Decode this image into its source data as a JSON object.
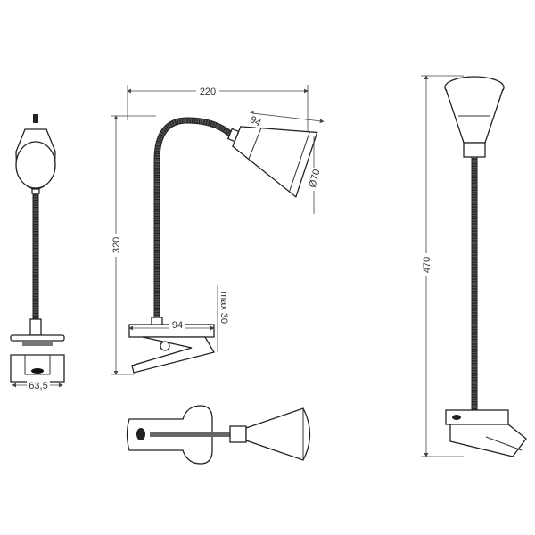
{
  "dimensions": {
    "front_width": "63,5",
    "total_width": "220",
    "head_length": "94",
    "head_diameter": "Ø70",
    "height_side": "320",
    "clamp_max": "max 30",
    "clamp_depth": "94",
    "total_height": "470"
  }
}
